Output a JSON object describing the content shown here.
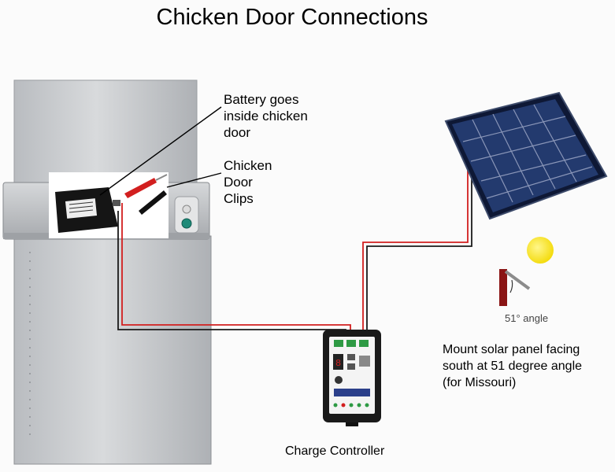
{
  "diagram": {
    "title": "Chicken Door Connections",
    "battery_note": "Battery goes\ninside chicken\ndoor",
    "clips_note": "Chicken\nDoor\nClips",
    "mount_note": "Mount solar panel facing\nsouth at 51 degree angle\n(for Missouri)",
    "angle_label": "51° angle",
    "controller_label": "Charge Controller",
    "colors": {
      "positive_wire": "#d21f1f",
      "negative_wire": "#1a1a1a",
      "sun": "#f7e320",
      "panel_cell": "#233a6e",
      "door_panel": "#c6c8cb"
    },
    "icons": [
      "battery-icon",
      "alligator-clip-icon",
      "solar-panel-icon",
      "sun-icon",
      "charge-controller-icon"
    ]
  }
}
